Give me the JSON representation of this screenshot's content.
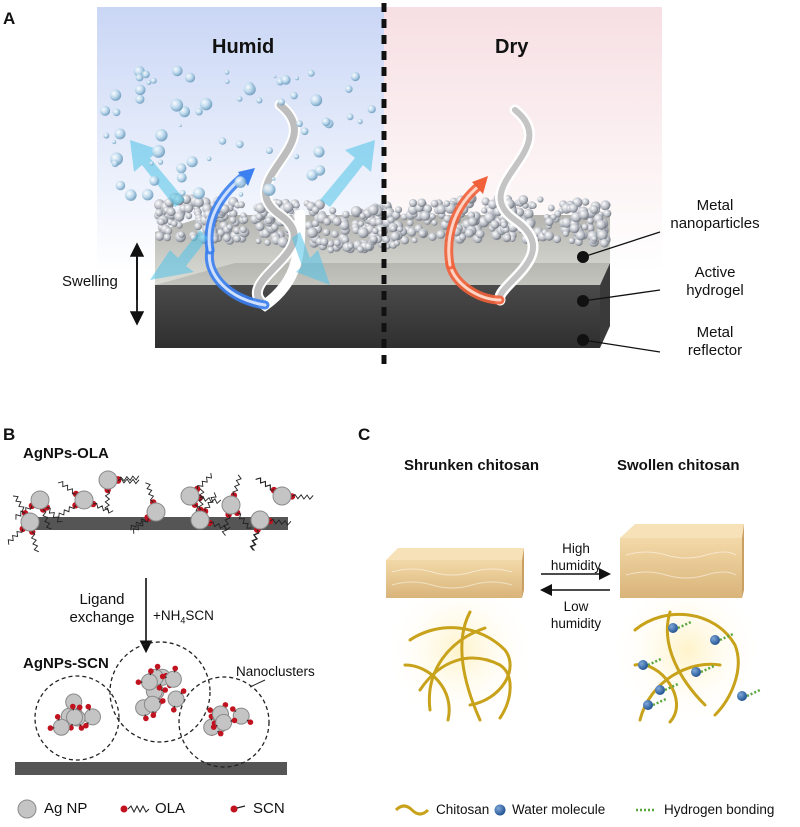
{
  "panel_a": {
    "letter": "A",
    "humid": "Humid",
    "dry": "Dry",
    "swelling": "Swelling",
    "layers": {
      "np_1": "Metal",
      "np_2": "nanoparticles",
      "hydrogel_1": "Active",
      "hydrogel_2": "hydrogel",
      "reflector_1": "Metal",
      "reflector_2": "reflector"
    }
  },
  "panel_b": {
    "letter": "B",
    "top_title": "AgNPs-OLA",
    "bottom_title": "AgNPs-SCN",
    "ligand_1": "Ligand",
    "ligand_2": "exchange",
    "reagent": "+NH",
    "reagent_sub": "4",
    "reagent_tail": "SCN",
    "nanoclusters": "Nanoclusters",
    "legend": {
      "agnp": "Ag NP",
      "ola": "OLA",
      "scn": "SCN"
    }
  },
  "panel_c": {
    "letter": "C",
    "shrunken": "Shrunken chitosan",
    "swollen": "Swollen chitosan",
    "high_1": "High",
    "high_2": "humidity",
    "low_1": "Low",
    "low_2": "humidity",
    "legend": {
      "chitosan": "Chitosan",
      "water": "Water molecule",
      "hbond": "Hydrogen bonding"
    }
  }
}
